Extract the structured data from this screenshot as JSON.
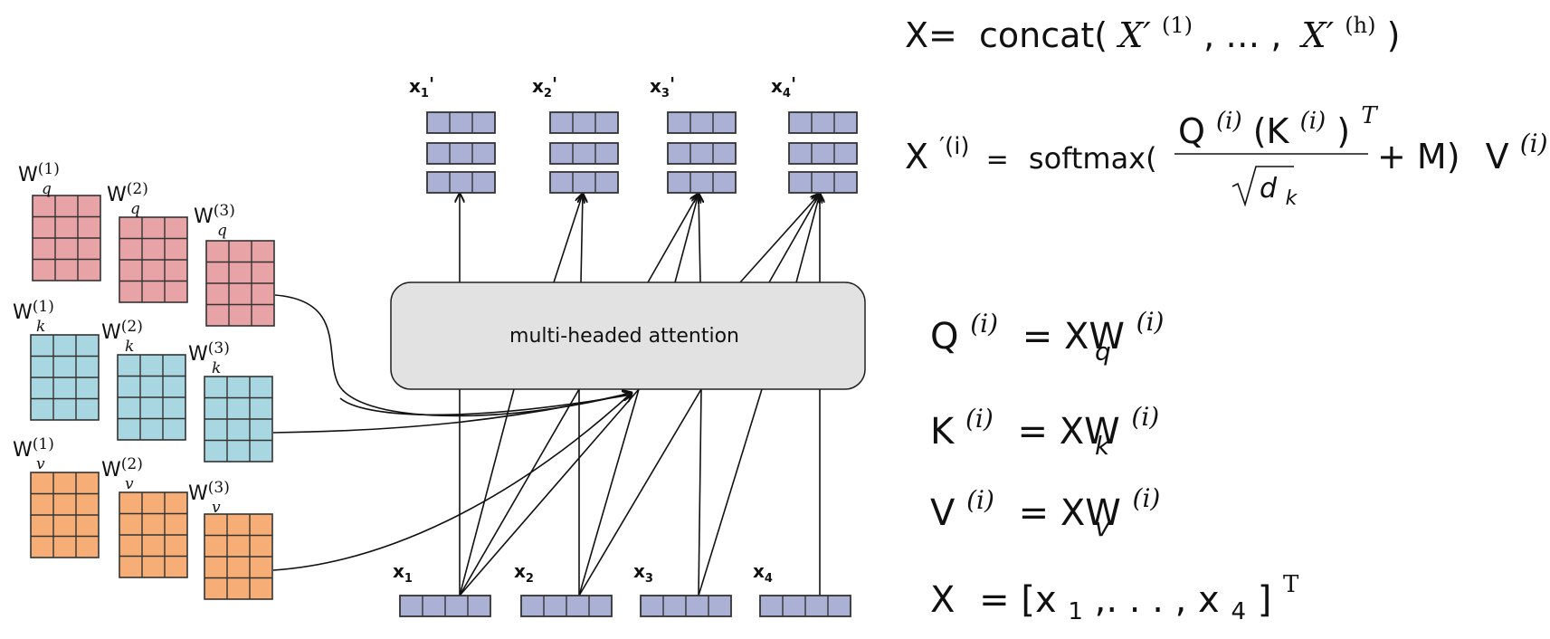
{
  "diagram": {
    "attention_box_label": "multi-headed attention",
    "colors": {
      "query": "#e8a3a6",
      "key": "#a9d7e1",
      "value": "#f6ae76",
      "token": "#aab1d5",
      "attention_box": "#e2e2e2"
    },
    "weights": {
      "symbol": "W",
      "query": {
        "subscript": "q",
        "heads": [
          "(1)",
          "(2)",
          "(3)"
        ]
      },
      "key": {
        "subscript": "k",
        "heads": [
          "(1)",
          "(2)",
          "(3)"
        ]
      },
      "value": {
        "subscript": "v",
        "heads": [
          "(1)",
          "(2)",
          "(3)"
        ]
      }
    },
    "inputs": [
      {
        "name": "x",
        "index": "1"
      },
      {
        "name": "x",
        "index": "2"
      },
      {
        "name": "x",
        "index": "3"
      },
      {
        "name": "x",
        "index": "4"
      }
    ],
    "outputs": [
      {
        "name": "x",
        "index": "1",
        "prime": "'"
      },
      {
        "name": "x",
        "index": "2",
        "prime": "'"
      },
      {
        "name": "x",
        "index": "3",
        "prime": "'"
      },
      {
        "name": "x",
        "index": "4",
        "prime": "'"
      }
    ]
  },
  "equations": {
    "concat": {
      "lhs": "X=",
      "fn": "concat(",
      "arg1": "X′",
      "arg1_sup": "(1)",
      "dots": ", … ,",
      "arg2": "X′",
      "arg2_sup": "(h)",
      "close": ")"
    },
    "softmax": {
      "lhs": "X",
      "lhs_sup": "′(i)",
      "eq": "=",
      "fn": "softmax(",
      "num_q": "Q",
      "num_q_sup": "(i)",
      "num_k": "(K",
      "num_k_sup": "(i)",
      "num_close": ")",
      "num_t": "T",
      "den": "d",
      "den_sub": "k",
      "plus_m": "+ M)",
      "v": "V",
      "v_sup": "(i)"
    },
    "q_def": {
      "lhs": "Q",
      "sup": "(i)",
      "rhs": "= XW",
      "rsup": "(i)",
      "rsub": "q"
    },
    "k_def": {
      "lhs": "K",
      "sup": "(i)",
      "rhs": "= XW",
      "rsup": "(i)",
      "rsub": "k"
    },
    "v_def": {
      "lhs": "V",
      "sup": "(i)",
      "rhs": "= XW",
      "rsup": "(i)",
      "rsub": "v"
    },
    "x_def": {
      "lhs": "X",
      "rhs": "= [x",
      "sub1": "1",
      "mid": ",. . . , x",
      "sub4": "4",
      "close": "]",
      "sup": "T"
    }
  }
}
